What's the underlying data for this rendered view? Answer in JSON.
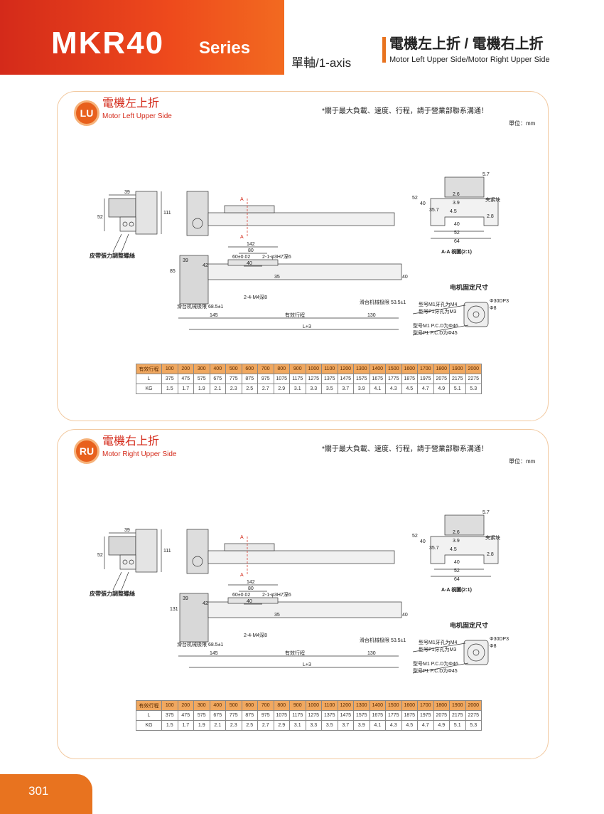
{
  "header": {
    "model": "MKR40",
    "series": "Series",
    "axis": "單軸/1-axis",
    "title_zh": "電機左上折 / 電機右上折",
    "title_en": "Motor Left Upper Side/Motor Right Upper Side"
  },
  "panels": [
    {
      "badge": "LU",
      "title_zh": "電機左上折",
      "title_en": "Motor Left Upper Side",
      "note": "*關于最大負載、速度、行程，請于營業部聯系溝通！",
      "unit": "單位：mm",
      "labels": {
        "d39": "39",
        "d52": "52",
        "d111": "111",
        "belt": "皮帶張力調整螺絲",
        "a": "A",
        "d142": "142",
        "d80": "80",
        "d60": "60±0.02",
        "d40": "40",
        "pin": "2-1-φ3H7深6",
        "d85": "85",
        "d42": "42",
        "tap": "2-4-M4深8",
        "lim1": "滑台机械极限 68.5±1",
        "d145": "145",
        "stroke": "有效行程",
        "d130": "130",
        "lim2": "滑台机械极限 53.5±1",
        "d35": "35",
        "l3": "L+3",
        "s57": "5.7",
        "s52": "52",
        "s40": "40",
        "s357": "35.7",
        "s26": "2.6",
        "s39": "3.9",
        "s45": "4.5",
        "clamp": "夹紧块",
        "s28": "2.8",
        "s64": "64",
        "aa": "A-A 視圖(2:1)",
        "motor_title": "电机固定尺寸",
        "m1": "型号M1牙孔为M4",
        "p1": "型号P1牙孔为M3",
        "phi30": "Φ30DP3",
        "phi8": "Φ8",
        "m1pcd": "型号M1 P.C.D为Φ46",
        "p1pcd": "型号P1 P.C.D为Φ45"
      },
      "table": {
        "header": [
          "有效行程",
          "100",
          "200",
          "300",
          "400",
          "500",
          "600",
          "700",
          "800",
          "900",
          "1000",
          "1100",
          "1200",
          "1300",
          "1400",
          "1500",
          "1600",
          "1700",
          "1800",
          "1900",
          "2000"
        ],
        "rows": [
          [
            "L",
            "375",
            "475",
            "575",
            "675",
            "775",
            "875",
            "975",
            "1075",
            "1175",
            "1275",
            "1375",
            "1475",
            "1575",
            "1675",
            "1775",
            "1875",
            "1975",
            "2075",
            "2175",
            "2275"
          ],
          [
            "KG",
            "1.5",
            "1.7",
            "1.9",
            "2.1",
            "2.3",
            "2.5",
            "2.7",
            "2.9",
            "3.1",
            "3.3",
            "3.5",
            "3.7",
            "3.9",
            "4.1",
            "4.3",
            "4.5",
            "4.7",
            "4.9",
            "5.1",
            "5.3"
          ]
        ]
      }
    },
    {
      "badge": "RU",
      "title_zh": "電機右上折",
      "title_en": "Motor Right Upper Side",
      "note": "*關于最大負載、速度、行程，請于營業部聯系溝通！",
      "unit": "單位：mm",
      "labels": {
        "d39": "39",
        "d52": "52",
        "d111": "111",
        "belt": "皮帶張力調整螺絲",
        "a": "A",
        "d142": "142",
        "d80": "80",
        "d60": "60±0.02",
        "d40": "40",
        "pin": "2-1-φ3H7深6",
        "d85": "131",
        "d42": "42",
        "tap": "2-4-M4深8",
        "lim1": "滑台机械极限 68.5±1",
        "d145": "145",
        "stroke": "有效行程",
        "d130": "130",
        "lim2": "滑台机械极限 53.5±1",
        "d35": "35",
        "l3": "L+3",
        "s57": "5.7",
        "s52": "52",
        "s40": "40",
        "s357": "35.7",
        "s26": "2.6",
        "s39": "3.9",
        "s45": "4.5",
        "clamp": "夹紧块",
        "s28": "2.8",
        "s64": "64",
        "aa": "A-A 視圖(2:1)",
        "motor_title": "电机固定尺寸",
        "m1": "型号M1牙孔为M4",
        "p1": "型号P1牙孔为M3",
        "phi30": "Φ30DP3",
        "phi8": "Φ8",
        "m1pcd": "型号M1 P.C.D为Φ46",
        "p1pcd": "型号P1 P.C.D为Φ45"
      },
      "table": {
        "header": [
          "有效行程",
          "100",
          "200",
          "300",
          "400",
          "500",
          "600",
          "700",
          "800",
          "900",
          "1000",
          "1100",
          "1200",
          "1300",
          "1400",
          "1500",
          "1600",
          "1700",
          "1800",
          "1900",
          "2000"
        ],
        "rows": [
          [
            "L",
            "375",
            "475",
            "575",
            "675",
            "775",
            "875",
            "975",
            "1075",
            "1175",
            "1275",
            "1375",
            "1475",
            "1575",
            "1675",
            "1775",
            "1875",
            "1975",
            "2075",
            "2175",
            "2275"
          ],
          [
            "KG",
            "1.5",
            "1.7",
            "1.9",
            "2.1",
            "2.3",
            "2.5",
            "2.7",
            "2.9",
            "3.1",
            "3.3",
            "3.5",
            "3.7",
            "3.9",
            "4.1",
            "4.3",
            "4.5",
            "4.7",
            "4.9",
            "5.1",
            "5.3"
          ]
        ]
      }
    }
  ],
  "page_number": "301",
  "colors": {
    "brand": "#e8731f",
    "red": "#d42a1a"
  }
}
